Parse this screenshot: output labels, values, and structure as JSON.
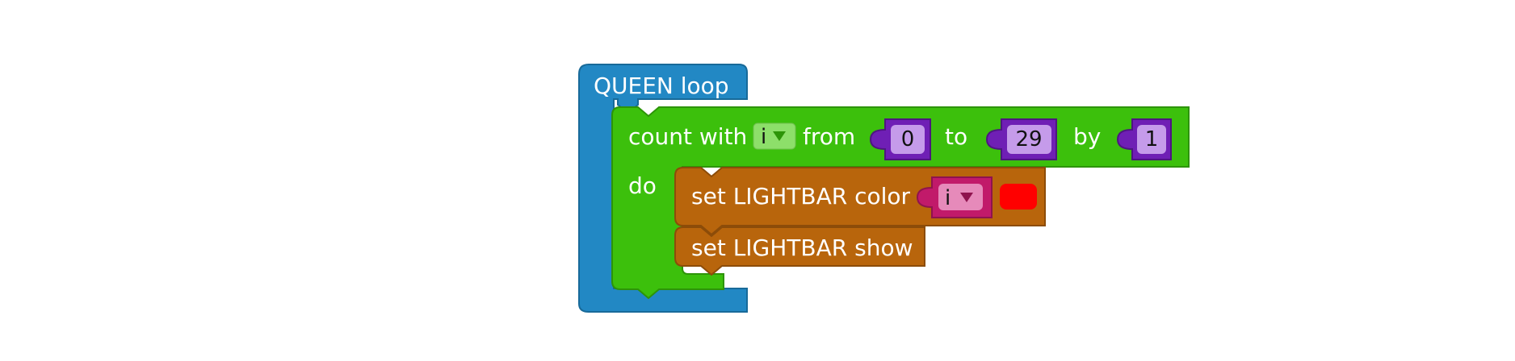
{
  "queen_block": {
    "label": "QUEEN loop",
    "color": "#2288C4"
  },
  "for_block": {
    "count_label": "count with",
    "variable": "i",
    "from_label": "from",
    "from_value": "0",
    "to_label": "to",
    "to_value": "29",
    "by_label": "by",
    "by_value": "1",
    "do_label": "do",
    "color": "#3CC00C"
  },
  "number_block_color": "#6F1FB5",
  "set_color_block": {
    "label": "set LIGHTBAR color",
    "variable": "i",
    "color_swatch": "#FF0000",
    "color": "#B8650C"
  },
  "set_show_block": {
    "label": "set LIGHTBAR show",
    "color": "#B8650C"
  },
  "variable_block_color": "#C11A6A"
}
